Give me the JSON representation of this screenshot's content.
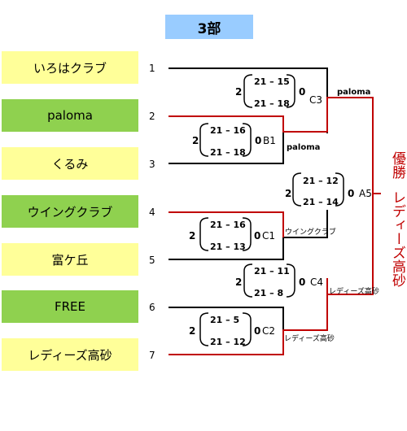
{
  "title": "3部",
  "teams": [
    {
      "seed": "1",
      "name": "いろはクラブ"
    },
    {
      "seed": "2",
      "name": "paloma"
    },
    {
      "seed": "3",
      "name": "くるみ"
    },
    {
      "seed": "4",
      "name": "ウイングクラブ"
    },
    {
      "seed": "5",
      "name": "富ケ丘"
    },
    {
      "seed": "6",
      "name": "FREE"
    },
    {
      "seed": "7",
      "name": "レディーズ高砂"
    }
  ],
  "matches": {
    "B1": {
      "id": "B1",
      "left_games": "2",
      "right_games": "0",
      "set1": "21 – 16",
      "set2": "21 – 18",
      "winner": "paloma"
    },
    "C1": {
      "id": "C1",
      "left_games": "2",
      "right_games": "0",
      "set1": "21 – 16",
      "set2": "21 – 13",
      "winner": "ウイングクラブ"
    },
    "C2": {
      "id": "C2",
      "left_games": "2",
      "right_games": "0",
      "set1": "21 –  5",
      "set2": "21 – 12",
      "winner": "レディーズ高砂"
    },
    "C3": {
      "id": "C3",
      "left_games": "2",
      "right_games": "0",
      "set1": "21 – 15",
      "set2": "21 – 18",
      "winner": "paloma"
    },
    "C4": {
      "id": "C4",
      "left_games": "2",
      "right_games": "0",
      "set1": "21 – 11",
      "set2": "21 –  8",
      "winner": "レディーズ高砂"
    },
    "A5": {
      "id": "A5",
      "left_games": "2",
      "right_games": "0",
      "set1": "21 – 12",
      "set2": "21 – 14"
    }
  },
  "champion": {
    "label": "優勝",
    "name": "レディーズ高砂"
  },
  "colors": {
    "title_bg": "#99ccff",
    "team_yellow": "#ffff99",
    "team_green": "#8fd14f",
    "winner_line": "#c00000"
  }
}
